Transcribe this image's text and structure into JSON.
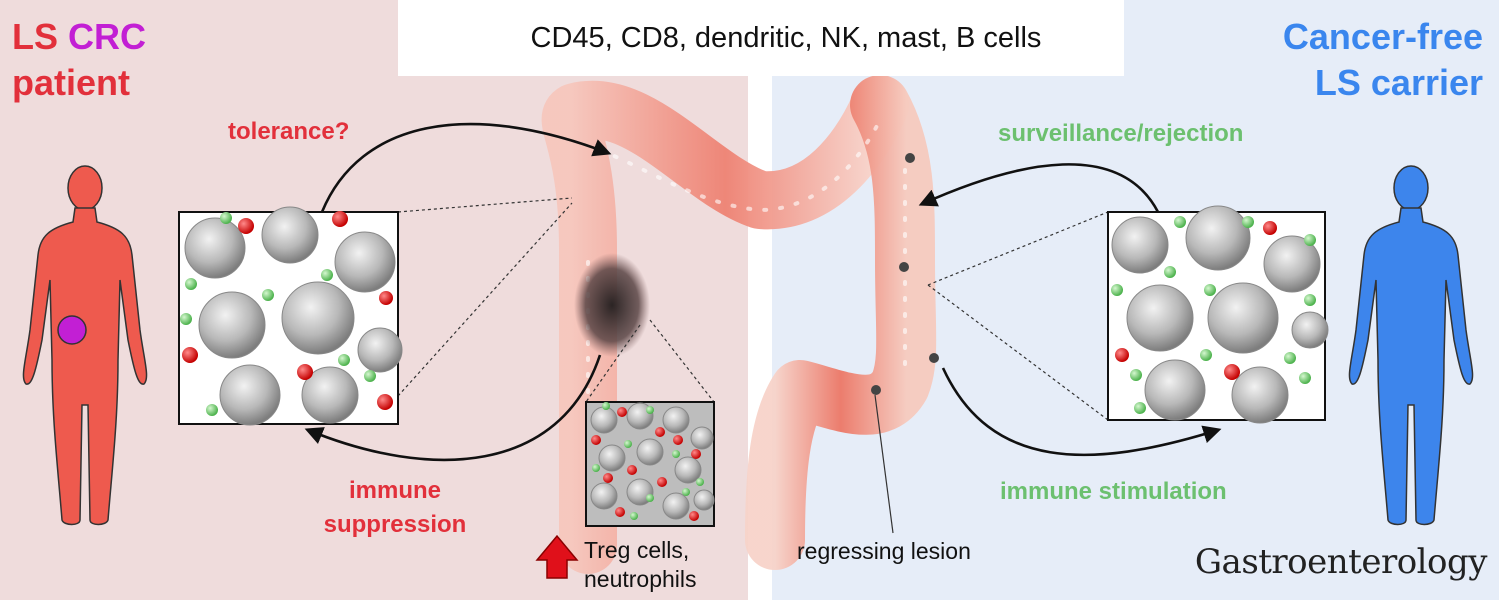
{
  "left_panel": {
    "title_part1": "LS",
    "title_part2": "CRC",
    "title_line2": "patient",
    "label_tolerance": "tolerance?",
    "label_suppression_1": "immune",
    "label_suppression_2": "suppression",
    "label_treg_1": "Treg cells,",
    "label_treg_2": "neutrophils"
  },
  "right_panel": {
    "title_line1": "Cancer-free",
    "title_line2": "LS carrier",
    "label_surveillance": "surveillance/rejection",
    "label_stimulation": "immune stimulation",
    "label_lesion": "regressing lesion"
  },
  "banner": {
    "text": "CD45, CD8, dendritic, NK, mast, B cells"
  },
  "journal": "Gastroenterology",
  "colors": {
    "patient_red": "#e2303b",
    "crc_purple": "#c21fd4",
    "carrier_blue": "#3a86ee",
    "label_green": "#6cc06f",
    "arrow_green": "#56ad4c",
    "arrow_red": "#e0101a"
  }
}
